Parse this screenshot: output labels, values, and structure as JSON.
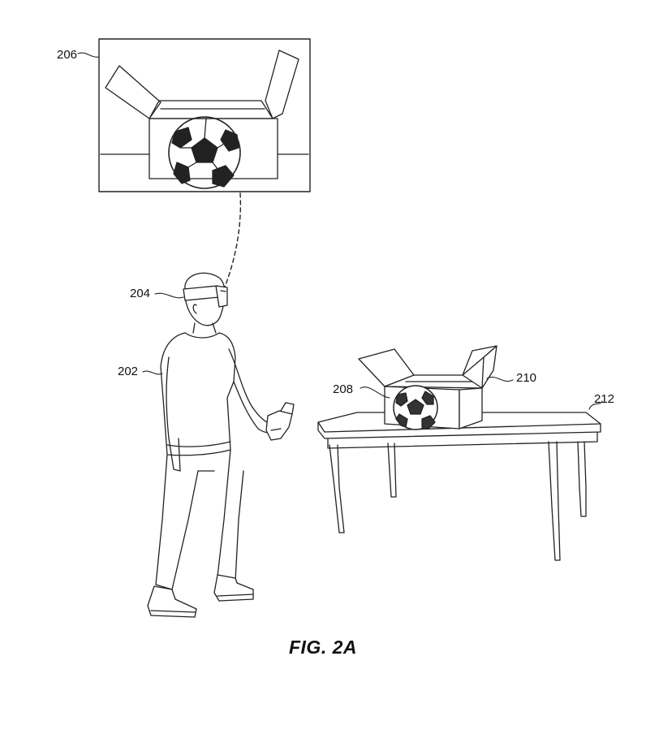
{
  "figure": {
    "caption": "FIG. 2A",
    "reference_labels": {
      "display_view": "206",
      "headset": "204",
      "user": "202",
      "ball": "208",
      "box": "210",
      "table": "212"
    }
  },
  "colors": {
    "line": "#222222",
    "background": "#ffffff",
    "shade": "#bbbbbb",
    "dark_patch": "#333333"
  }
}
